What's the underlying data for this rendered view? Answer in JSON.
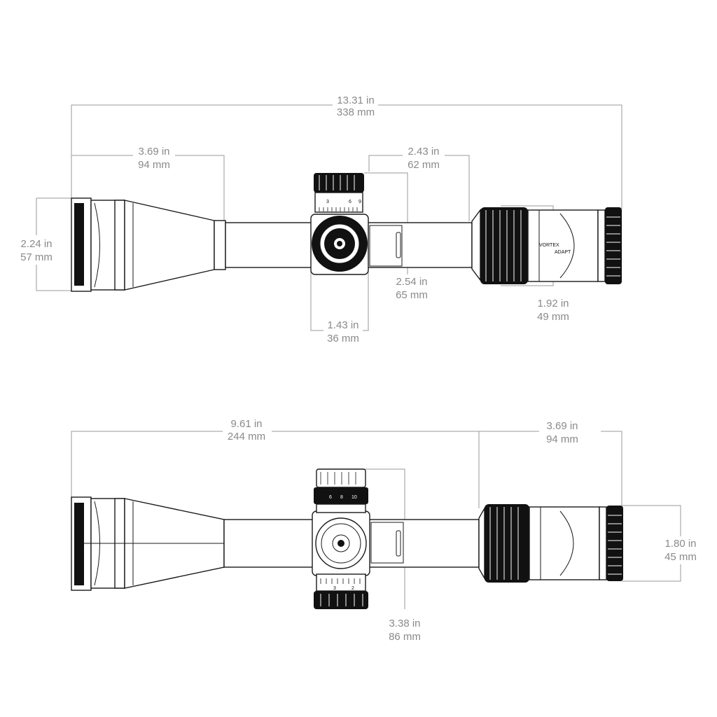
{
  "top_view": {
    "overall_length": {
      "in": "13.31 in",
      "mm": "338 mm"
    },
    "objective_bell_length": {
      "in": "3.69 in",
      "mm": "94 mm"
    },
    "turret_to_eyepiece": {
      "in": "2.43 in",
      "mm": "62 mm"
    },
    "objective_diameter": {
      "in": "2.24 in",
      "mm": "57 mm"
    },
    "turret_height": {
      "in": "2.54 in",
      "mm": "65 mm"
    },
    "saddle_length": {
      "in": "1.43 in",
      "mm": "36 mm"
    },
    "eyepiece_diameter": {
      "in": "1.92 in",
      "mm": "49 mm"
    }
  },
  "side_view": {
    "objective_to_power_ring": {
      "in": "9.61 in",
      "mm": "244 mm"
    },
    "eyepiece_length": {
      "in": "3.69 in",
      "mm": "94 mm"
    },
    "ocular_diameter": {
      "in": "1.80 in",
      "mm": "45 mm"
    },
    "turret_width": {
      "in": "3.38 in",
      "mm": "86 mm"
    }
  },
  "marks": {
    "turret_numbers": [
      "3",
      "6",
      "9"
    ],
    "turret_numbers_side": [
      "6",
      "8",
      "10"
    ],
    "side_scale_bottom": [
      "3",
      "2"
    ],
    "brand_text": "VORTEX",
    "model_text": "ADAPT"
  },
  "colors": {
    "outline": "#1a1a1a",
    "dimension": "#8a8a8a",
    "fill_dark": "#111111"
  }
}
